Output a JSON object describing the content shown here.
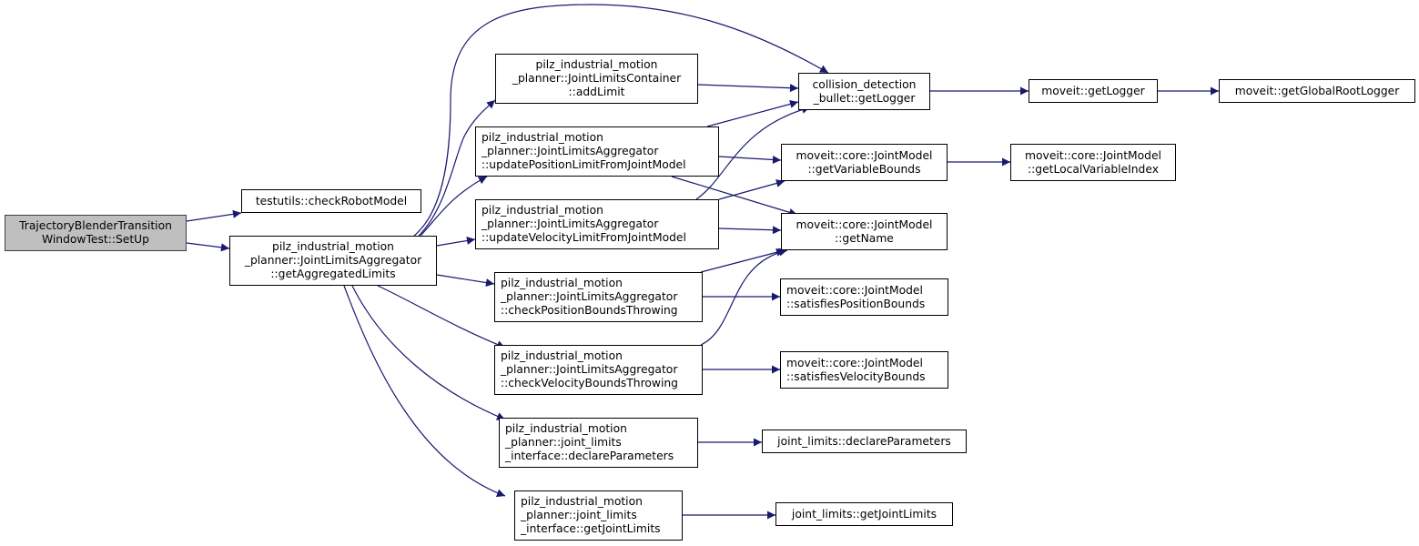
{
  "graph": {
    "title": "Call graph of TrajectoryBlenderTransitionWindowTest::SetUp",
    "edge_color": "#191970",
    "root_fill": "#bfbfbf",
    "nodes": [
      {
        "id": "setup",
        "lines": [
          "TrajectoryBlenderTransition",
          "WindowTest::SetUp"
        ],
        "root": true
      },
      {
        "id": "checkRobotModel",
        "lines": [
          "testutils::checkRobotModel"
        ]
      },
      {
        "id": "getAggregatedLimits",
        "lines": [
          "pilz_industrial_motion",
          "_planner::JointLimitsAggregator",
          "::getAggregatedLimits"
        ]
      },
      {
        "id": "addLimit",
        "lines": [
          "pilz_industrial_motion",
          "_planner::JointLimitsContainer",
          "::addLimit"
        ]
      },
      {
        "id": "updatePosition",
        "lines": [
          "pilz_industrial_motion",
          "_planner::JointLimitsAggregator",
          "::updatePositionLimitFromJointModel"
        ]
      },
      {
        "id": "updateVelocity",
        "lines": [
          "pilz_industrial_motion",
          "_planner::JointLimitsAggregator",
          "::updateVelocityLimitFromJointModel"
        ]
      },
      {
        "id": "checkPosition",
        "lines": [
          "pilz_industrial_motion",
          "_planner::JointLimitsAggregator",
          "::checkPositionBoundsThrowing"
        ]
      },
      {
        "id": "checkVelocity",
        "lines": [
          "pilz_industrial_motion",
          "_planner::JointLimitsAggregator",
          "::checkVelocityBoundsThrowing"
        ]
      },
      {
        "id": "declareParametersIface",
        "lines": [
          "pilz_industrial_motion",
          "_planner::joint_limits",
          "_interface::declareParameters"
        ]
      },
      {
        "id": "getJointLimitsIface",
        "lines": [
          "pilz_industrial_motion",
          "_planner::joint_limits",
          "_interface::getJointLimits"
        ]
      },
      {
        "id": "bulletGetLogger",
        "lines": [
          "collision_detection",
          "_bullet::getLogger"
        ]
      },
      {
        "id": "getVariableBounds",
        "lines": [
          "moveit::core::JointModel",
          "::getVariableBounds"
        ]
      },
      {
        "id": "getName",
        "lines": [
          "moveit::core::JointModel",
          "::getName"
        ]
      },
      {
        "id": "satisfiesPosition",
        "lines": [
          "moveit::core::JointModel",
          "::satisfiesPositionBounds"
        ]
      },
      {
        "id": "satisfiesVelocity",
        "lines": [
          "moveit::core::JointModel",
          "::satisfiesVelocityBounds"
        ]
      },
      {
        "id": "jlDeclareParameters",
        "lines": [
          "joint_limits::declareParameters"
        ]
      },
      {
        "id": "jlGetJointLimits",
        "lines": [
          "joint_limits::getJointLimits"
        ]
      },
      {
        "id": "moveitGetLogger",
        "lines": [
          "moveit::getLogger"
        ]
      },
      {
        "id": "getLocalVariableIndex",
        "lines": [
          "moveit::core::JointModel",
          "::getLocalVariableIndex"
        ]
      },
      {
        "id": "getGlobalRootLogger",
        "lines": [
          "moveit::getGlobalRootLogger"
        ]
      }
    ],
    "edges": [
      {
        "from": "setup",
        "to": "checkRobotModel"
      },
      {
        "from": "setup",
        "to": "getAggregatedLimits"
      },
      {
        "from": "getAggregatedLimits",
        "to": "bulletGetLogger"
      },
      {
        "from": "getAggregatedLimits",
        "to": "addLimit"
      },
      {
        "from": "getAggregatedLimits",
        "to": "updatePosition"
      },
      {
        "from": "getAggregatedLimits",
        "to": "updateVelocity"
      },
      {
        "from": "getAggregatedLimits",
        "to": "checkPosition"
      },
      {
        "from": "getAggregatedLimits",
        "to": "checkVelocity"
      },
      {
        "from": "getAggregatedLimits",
        "to": "declareParametersIface"
      },
      {
        "from": "getAggregatedLimits",
        "to": "getJointLimitsIface"
      },
      {
        "from": "addLimit",
        "to": "bulletGetLogger"
      },
      {
        "from": "updatePosition",
        "to": "bulletGetLogger"
      },
      {
        "from": "updatePosition",
        "to": "getVariableBounds"
      },
      {
        "from": "updatePosition",
        "to": "getName"
      },
      {
        "from": "updateVelocity",
        "to": "bulletGetLogger"
      },
      {
        "from": "updateVelocity",
        "to": "getVariableBounds"
      },
      {
        "from": "updateVelocity",
        "to": "getName"
      },
      {
        "from": "checkPosition",
        "to": "getName"
      },
      {
        "from": "checkPosition",
        "to": "satisfiesPosition"
      },
      {
        "from": "checkVelocity",
        "to": "getName"
      },
      {
        "from": "checkVelocity",
        "to": "satisfiesVelocity"
      },
      {
        "from": "declareParametersIface",
        "to": "jlDeclareParameters"
      },
      {
        "from": "getJointLimitsIface",
        "to": "jlGetJointLimits"
      },
      {
        "from": "bulletGetLogger",
        "to": "moveitGetLogger"
      },
      {
        "from": "moveitGetLogger",
        "to": "getGlobalRootLogger"
      },
      {
        "from": "getVariableBounds",
        "to": "getLocalVariableIndex"
      }
    ]
  }
}
